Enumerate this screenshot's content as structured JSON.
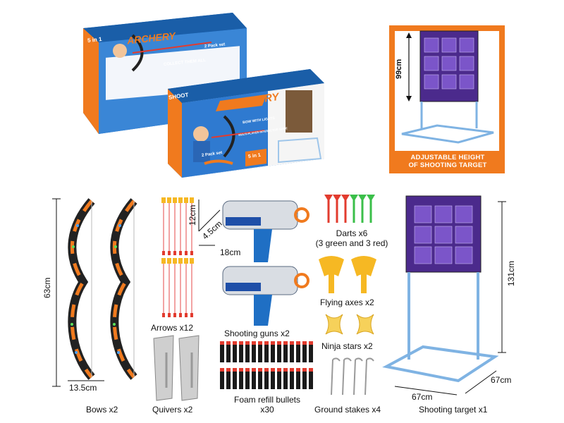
{
  "boxes": {
    "back": {
      "brand": "ARCHERY",
      "tagline": "COLLECT THEM ALL",
      "badge": "5 in 1",
      "side": "2 Pack set"
    },
    "front": {
      "brand": "ARCHERY",
      "side": "SHOOT",
      "feature1": "BOW WITH LIGHTS",
      "feature2": "MULTI-PLAYER INTERACTIVE GAME",
      "pack": "2 Pack set",
      "badge": "5 in 1"
    }
  },
  "callout": {
    "height_label": "99cm",
    "caption_line1": "ADJUSTABLE HEIGHT",
    "caption_line2": "OF SHOOTING TARGET",
    "accent": "#f07a1e"
  },
  "items": {
    "bows": {
      "label": "Bows x2",
      "height": "63cm",
      "width": "13.5cm"
    },
    "arrows": {
      "label": "Arrows x12"
    },
    "quivers": {
      "label": "Quivers x2"
    },
    "guns": {
      "label": "Shooting guns x2",
      "dim_h": "12cm",
      "dim_d": "4.5cm",
      "dim_w": "18cm"
    },
    "bullets": {
      "label_line1": "Foam refill bullets",
      "label_line2": "x30"
    },
    "darts": {
      "label_line1": "Darts x6",
      "label_line2": "(3 green and 3 red)"
    },
    "axes": {
      "label": "Flying axes x2"
    },
    "stars": {
      "label": "Ninja stars x2"
    },
    "stakes": {
      "label": "Ground stakes x4"
    },
    "target": {
      "label": "Shooting target x1",
      "height": "131cm",
      "width": "67cm",
      "depth": "67cm"
    }
  },
  "colors": {
    "brand_blue": "#1f6fc4",
    "brand_orange": "#f07a1e",
    "target_purple": "#4b2a8c",
    "dart_red": "#e23b2e",
    "dart_green": "#3bbf4a",
    "axe_yellow": "#f6b823"
  }
}
